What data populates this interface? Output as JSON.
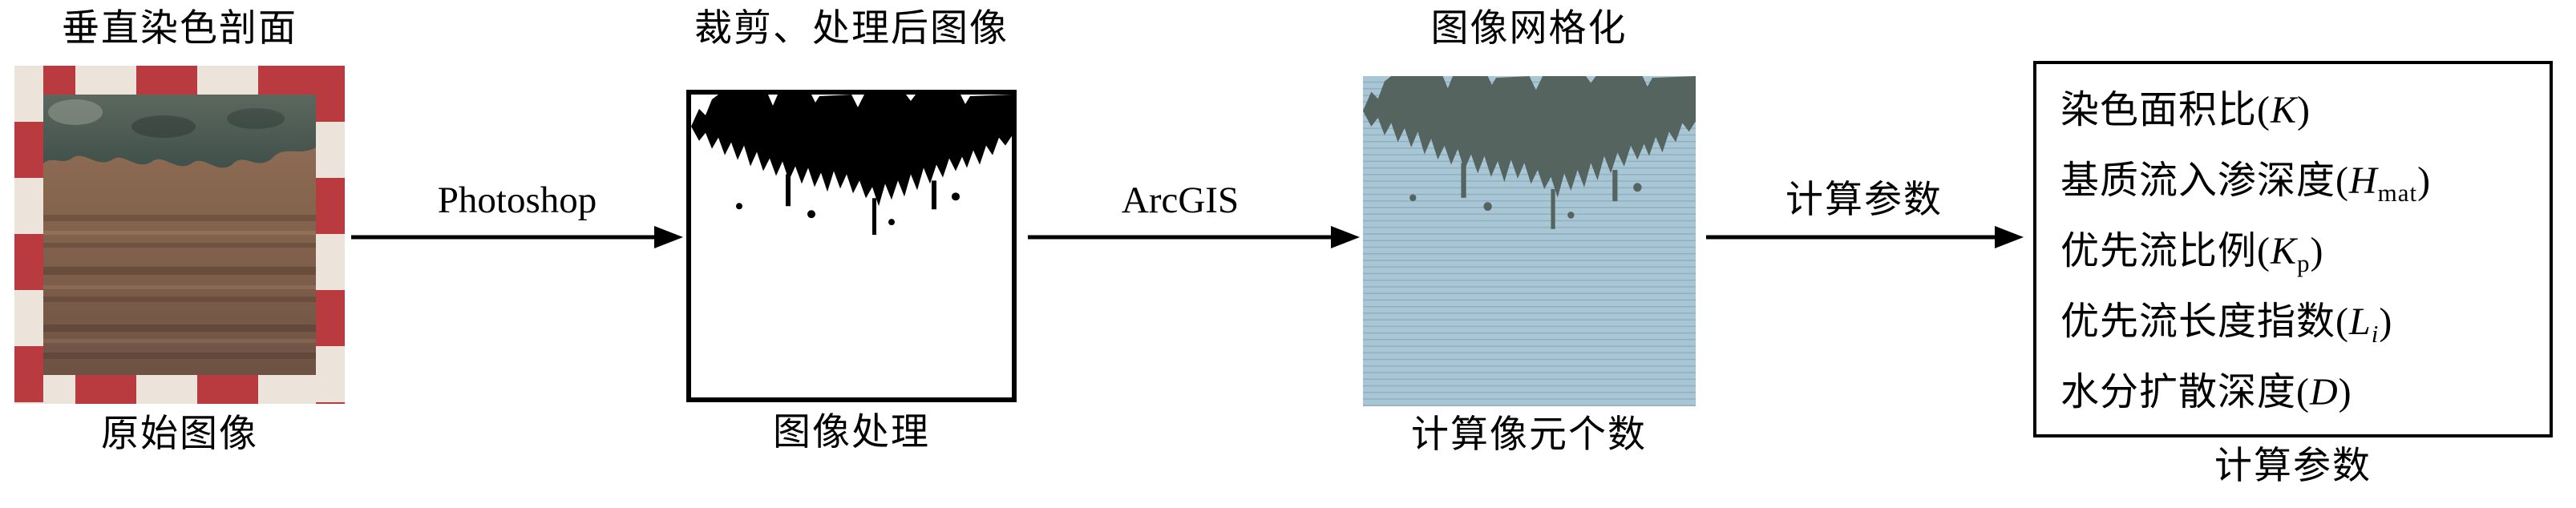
{
  "figure": {
    "type": "flow-diagram",
    "description_visible_text_only": true
  },
  "colors": {
    "arrow": "#000000",
    "frame_red": "#b93a3f",
    "frame_white": "#ece4da",
    "binary_black": "#000000",
    "grid_blue": "#a9c6d4",
    "grid_row_line": "#8fb0c2",
    "grid_dark_region": "#55645f",
    "soil_brown": "#86654f",
    "soil_top_layer": "#4b594f"
  },
  "nodes": {
    "original": {
      "top_label": "垂直染色剖面",
      "bottom_label": "原始图像"
    },
    "processed": {
      "top_label": "裁剪、处理后图像",
      "bottom_label": "图像处理"
    },
    "gridded": {
      "top_label": "图像网格化",
      "bottom_label": "计算像元个数"
    }
  },
  "arrows": {
    "a1": {
      "label": "Photoshop"
    },
    "a2": {
      "label": "ArcGIS"
    },
    "a3": {
      "label": "计算参数"
    }
  },
  "params": {
    "items": [
      {
        "text": "染色面积比(",
        "var": "K",
        "sub": "",
        "close": ")"
      },
      {
        "text": "基质流入渗深度(",
        "var": "H",
        "sub": "mat",
        "close": ")"
      },
      {
        "text": "优先流比例(",
        "var": "K",
        "sub": "p",
        "close": ")"
      },
      {
        "text": "优先流长度指数(",
        "var": "L",
        "sub": "i",
        "close": ")"
      },
      {
        "text": "水分扩散深度(",
        "var": "D",
        "sub": "",
        "close": ")"
      }
    ],
    "bottom_label": "计算参数"
  }
}
